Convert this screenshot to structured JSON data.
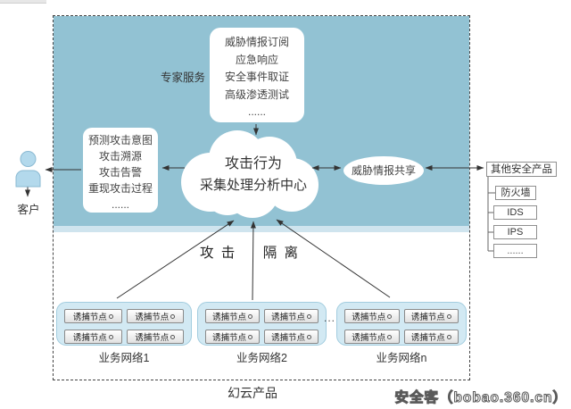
{
  "diagram": {
    "expert_services_label": "专家服务",
    "top_box_lines": [
      "威胁情报订阅",
      "应急响应",
      "安全事件取证",
      "高级渗透测试",
      "......"
    ],
    "left_box_lines": [
      "预测攻击意图",
      "攻击溯源",
      "攻击告警",
      "重现攻击过程",
      "......"
    ],
    "customer_label": "客户",
    "cloud": {
      "line1": "攻击行为",
      "line2": "采集处理分析中心"
    },
    "ellipse_label": "威胁情报共享",
    "other_products": {
      "label": "其他安全产品",
      "items": [
        "防火墙",
        "IDS",
        "IPS",
        "......"
      ]
    },
    "isolation": {
      "left": "攻 击",
      "right": "隔 离"
    },
    "trap_node_label": "诱捕节点",
    "network_groups": [
      {
        "label": "业务网络1"
      },
      {
        "label": "业务网络2"
      },
      {
        "label": "业务网络n"
      }
    ],
    "dots_between_groups": "...",
    "product_label": "幻云产品",
    "watermark": "安全客（bobao.360.cn）",
    "colors": {
      "panel": "#92c2d3",
      "panel_edge": "#cfe4ee",
      "group_fill": "#d2e9f3",
      "group_border": "#a3cddf",
      "person": "#b3d9ec",
      "arrow": "#333333"
    }
  }
}
